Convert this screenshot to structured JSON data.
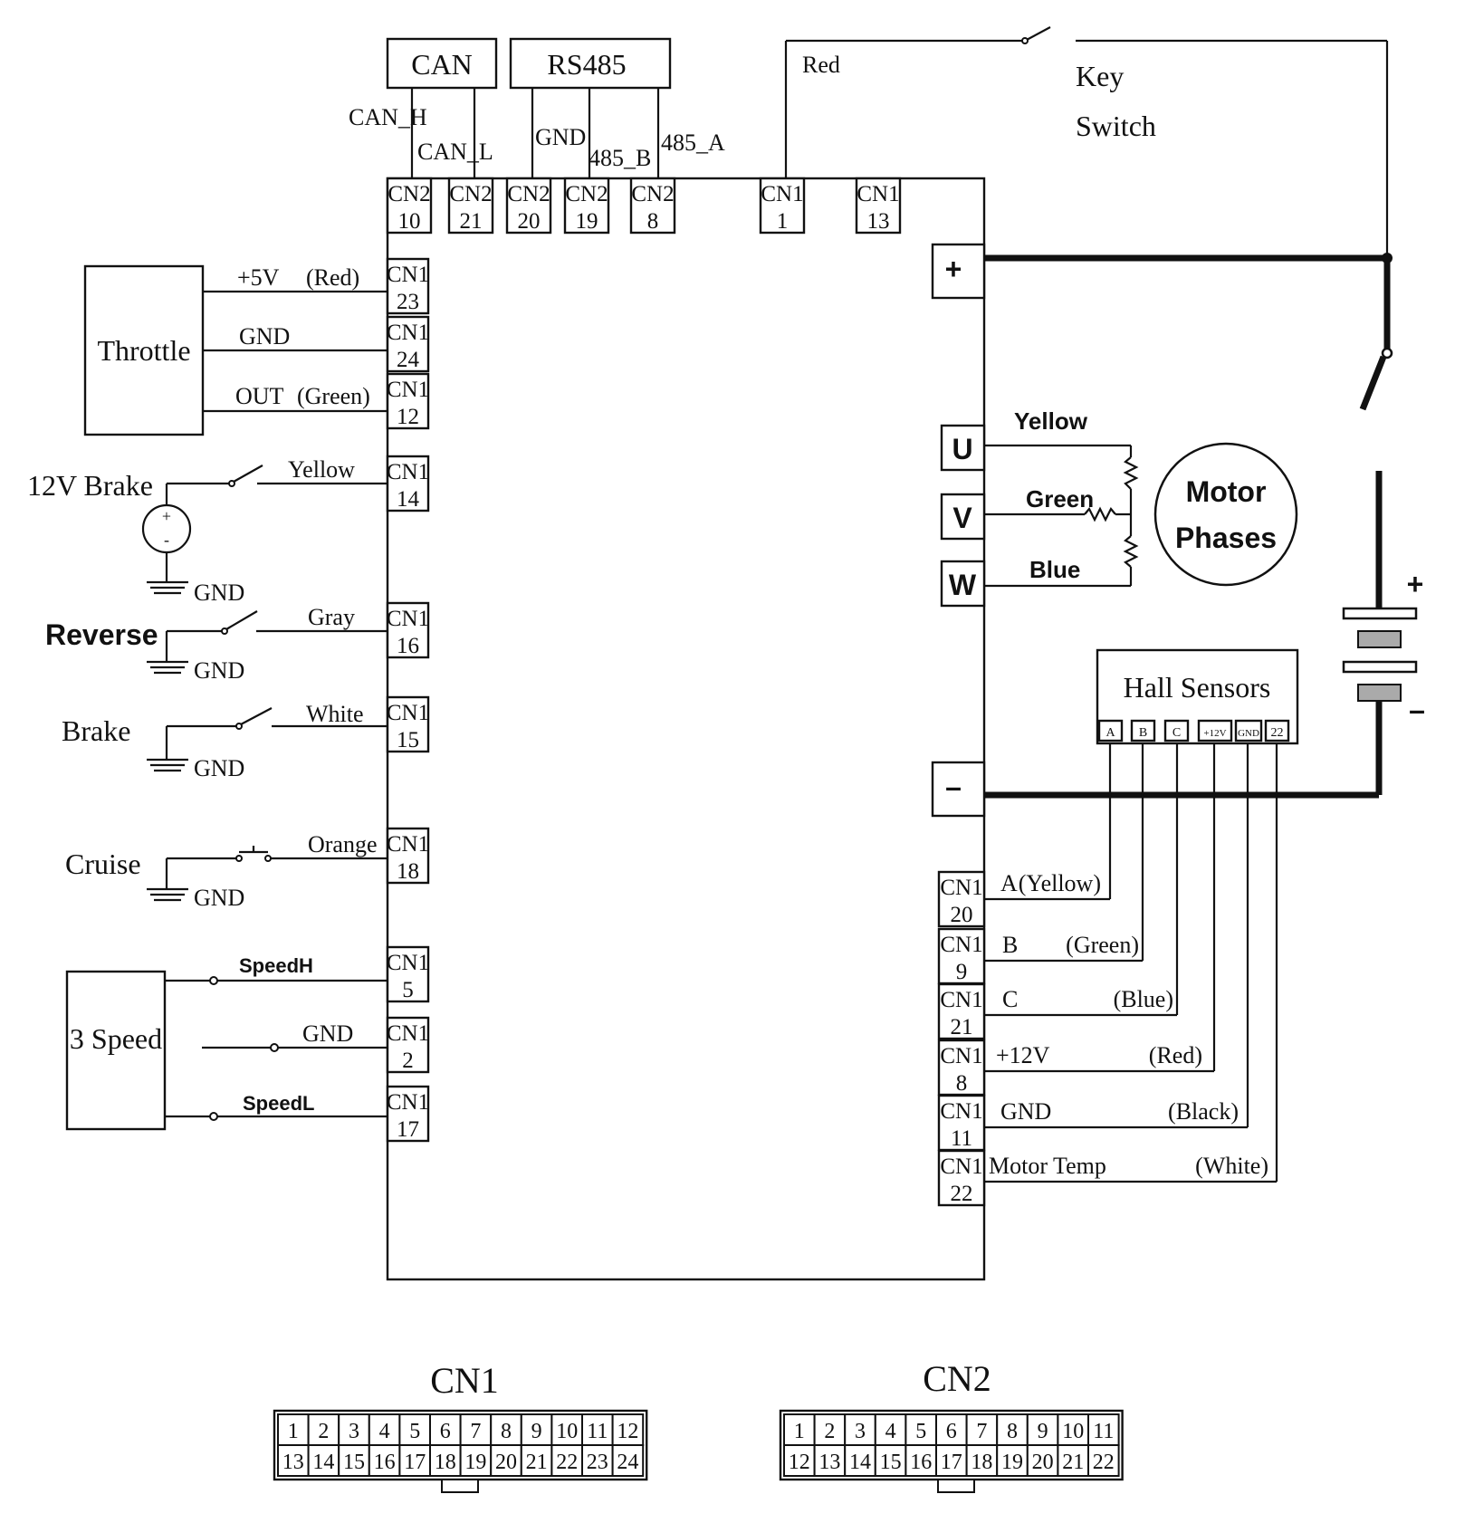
{
  "top_labels": {
    "can": "CAN",
    "rs485": "RS485",
    "can_h": "CAN_H",
    "can_l": "CAN_L",
    "gnd": "GND",
    "b485": "485_B",
    "a485": "485_A",
    "red": "Red",
    "key": "Key",
    "switch": "Switch"
  },
  "top_pins": [
    {
      "cn": "CN2",
      "num": "10"
    },
    {
      "cn": "CN2",
      "num": "21"
    },
    {
      "cn": "CN2",
      "num": "20"
    },
    {
      "cn": "CN2",
      "num": "19"
    },
    {
      "cn": "CN2",
      "num": "8"
    },
    {
      "cn": "CN1",
      "num": "1"
    },
    {
      "cn": "CN1",
      "num": "13"
    }
  ],
  "left_pins": [
    {
      "cn": "CN1",
      "num": "23"
    },
    {
      "cn": "CN1",
      "num": "24"
    },
    {
      "cn": "CN1",
      "num": "12"
    },
    {
      "cn": "CN1",
      "num": "14"
    },
    {
      "cn": "CN1",
      "num": "16"
    },
    {
      "cn": "CN1",
      "num": "15"
    },
    {
      "cn": "CN1",
      "num": "18"
    },
    {
      "cn": "CN1",
      "num": "5"
    },
    {
      "cn": "CN1",
      "num": "2"
    },
    {
      "cn": "CN1",
      "num": "17"
    }
  ],
  "right_pins": [
    {
      "cn": "CN1",
      "num": "20"
    },
    {
      "cn": "CN1",
      "num": "9"
    },
    {
      "cn": "CN1",
      "num": "21"
    },
    {
      "cn": "CN1",
      "num": "8"
    },
    {
      "cn": "CN1",
      "num": "11"
    },
    {
      "cn": "CN1",
      "num": "22"
    }
  ],
  "throttle": {
    "name": "Throttle",
    "p5v": "+5V",
    "red": "(Red)",
    "gnd": "GND",
    "out": "OUT",
    "green": "(Green)"
  },
  "left_inputs": {
    "brake12v": "12V Brake",
    "yellow": "Yellow",
    "plus": "+",
    "minus": "-",
    "gnd": "GND",
    "reverse": "Reverse",
    "gray": "Gray",
    "brake": "Brake",
    "white": "White",
    "cruise": "Cruise",
    "orange": "Orange"
  },
  "speed": {
    "name": "3 Speed",
    "high": "SpeedH",
    "gnd": "GND",
    "low": "SpeedL"
  },
  "power": {
    "plus": "+",
    "minus": "–",
    "battery_plus": "+",
    "battery_minus": "–"
  },
  "motor": {
    "u": "U",
    "v": "V",
    "w": "W",
    "yellow": "Yellow",
    "green": "Green",
    "blue": "Blue",
    "title1": "Motor",
    "title2": "Phases"
  },
  "hall": {
    "title": "Hall Sensors",
    "pins": [
      "A",
      "B",
      "C",
      "+12V",
      "GND",
      "22"
    ],
    "rows": [
      {
        "name": "A",
        "color": "(Yellow)"
      },
      {
        "name": "B",
        "color": "(Green)"
      },
      {
        "name": "C",
        "color": "(Blue)"
      },
      {
        "name": "+12V",
        "color": "(Red)"
      },
      {
        "name": "GND",
        "color": "(Black)"
      },
      {
        "name": "Motor Temp",
        "color": "(White)"
      }
    ]
  },
  "connectors": {
    "cn1": {
      "title": "CN1",
      "row1": [
        "1",
        "2",
        "3",
        "4",
        "5",
        "6",
        "7",
        "8",
        "9",
        "10",
        "11",
        "12"
      ],
      "row2": [
        "13",
        "14",
        "15",
        "16",
        "17",
        "18",
        "19",
        "20",
        "21",
        "22",
        "23",
        "24"
      ]
    },
    "cn2": {
      "title": "CN2",
      "row1": [
        "1",
        "2",
        "3",
        "4",
        "5",
        "6",
        "7",
        "8",
        "9",
        "10",
        "11"
      ],
      "row2": [
        "12",
        "13",
        "14",
        "15",
        "16",
        "17",
        "18",
        "19",
        "20",
        "21",
        "22"
      ]
    }
  }
}
